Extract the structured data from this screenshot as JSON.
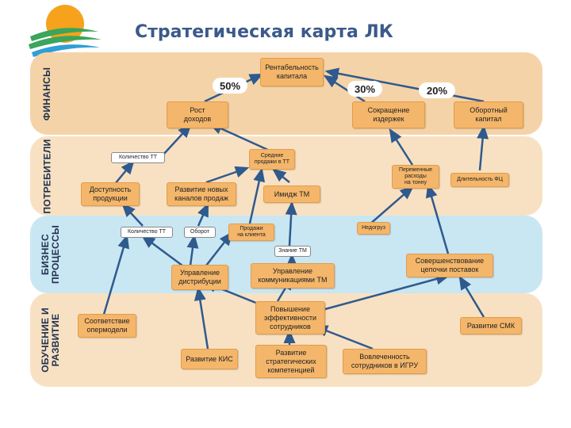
{
  "title": "Стратегическая карта ЛК",
  "bands": {
    "finance": "ФИНАНСЫ",
    "consumers": "ПОТРЕБИТЕЛИ",
    "processes": "БИЗНЕС\nПРОЦЕССЫ",
    "learning": "ОБУЧЕНИЕ И\nРАЗВИТИЕ"
  },
  "percents": {
    "p50": "50%",
    "p30": "30%",
    "p20": "20%"
  },
  "nodes": {
    "roe": "Рентабельность\nкапитала",
    "income_growth": "Рост\nдоходов",
    "cost_reduction": "Сокращение\nиздержек",
    "working_capital": "Оборотный\nкапитал",
    "tt_count_1": "Количество ТТ",
    "avg_sales": "Средние\nпродажи в ТТ",
    "expenses_per_ton": "Переменные\nрасходы\nна тонну",
    "duration_fc": "Длительность ФЦ",
    "product_access": "Доступность\nпродукции",
    "new_channels": "Развитие новых\nканалов продаж",
    "brand_image": "Имидж ТМ",
    "tt_count_2": "Количество ТТ",
    "turnover": "Оборот",
    "client_sales": "Продажи\nна клиента",
    "shortage": "Недогруз",
    "brand_knowledge": "Знание ТМ",
    "supply_chain": "Совершенствование\nцепочки поставок",
    "distribution": "Управление\nдистрибуции",
    "communications": "Управление\nкоммуникациями ТМ",
    "model_compliance": "Соответствие\nопермодели",
    "staff_efficiency": "Повышение\nэффективности\nсотрудников",
    "smk": "Развитие СМК",
    "kis": "Развитие КИС",
    "competences": "Развитие\nстратегических\nкомпетенцией",
    "staff_engagement": "Вовлеченность\nсотрудников в ИГРУ"
  }
}
